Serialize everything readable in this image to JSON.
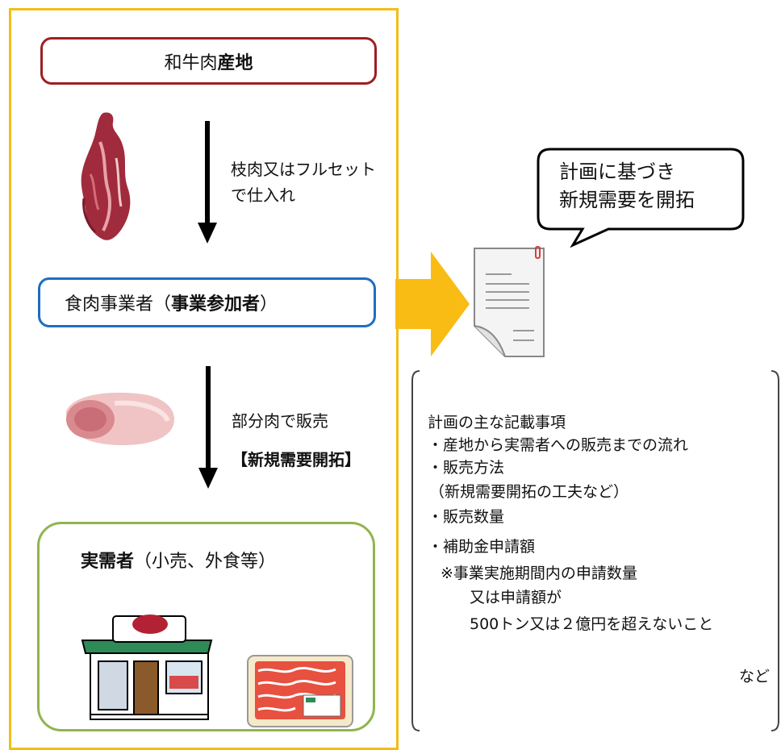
{
  "origin_box": {
    "part1": "和牛肉",
    "part2_bold": "産地"
  },
  "arrow1_label": {
    "line1": "枝肉又はフルセット",
    "line2": "で仕入れ"
  },
  "processor_box": {
    "part1": "食肉事業者（",
    "part2_bold": "事業参加者",
    "part3": "）"
  },
  "arrow2_label": {
    "line1": "部分肉で販売",
    "line2_bold": "【新規需要開拓】"
  },
  "buyer_box": {
    "part1_bold": "実需者",
    "part2": "（小売、外食等）"
  },
  "speech_bubble": {
    "line1": "計画に基づき",
    "line2": "新規需要を開拓"
  },
  "plan_items": {
    "heading": "計画の主な記載事項",
    "items": [
      "・産地から実需者への販売までの流れ",
      "・販売方法",
      "（新規需要開拓の工夫など）",
      "・販売数量",
      "・補助金申請額",
      "※事業実施期間内の申請数量",
      "又は申請額が",
      "500トン又は２億円を超えないこと"
    ],
    "footer": "など"
  },
  "colors": {
    "frame": "#f3bd17",
    "origin_border": "#9e1f22",
    "processor_border": "#1e6ec0",
    "buyer_border": "#91b44e",
    "big_arrow": "#f9bc15"
  },
  "icons": [
    "beef-carcass-icon",
    "meat-block-icon",
    "shop-icon",
    "packaged-meat-icon",
    "document-icon"
  ]
}
